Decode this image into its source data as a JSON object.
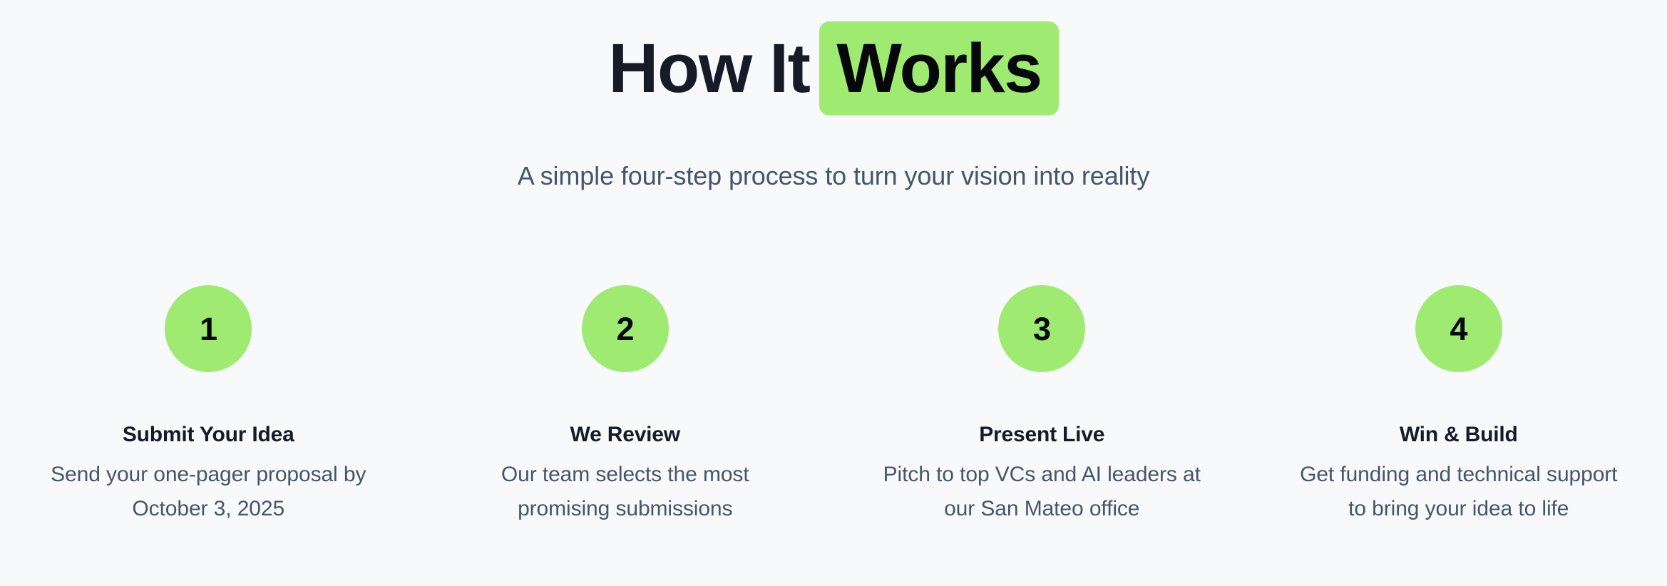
{
  "theme": {
    "background": "#F8F9FB",
    "accent_green": "#9FEB72",
    "heading_color": "#161B27",
    "body_color": "#475569",
    "badge_text_color": "#05070A"
  },
  "header": {
    "title_plain": "How It",
    "title_highlight": "Works",
    "subtitle": "A simple four-step process to turn your vision into reality"
  },
  "steps": [
    {
      "number": "1",
      "title": "Submit Your Idea",
      "description": "Send your one-pager proposal by October 3, 2025"
    },
    {
      "number": "2",
      "title": "We Review",
      "description": "Our team selects the most promising submissions"
    },
    {
      "number": "3",
      "title": "Present Live",
      "description": "Pitch to top VCs and AI leaders at our San Mateo office"
    },
    {
      "number": "4",
      "title": "Win & Build",
      "description": "Get funding and technical support to bring your idea to life"
    }
  ]
}
